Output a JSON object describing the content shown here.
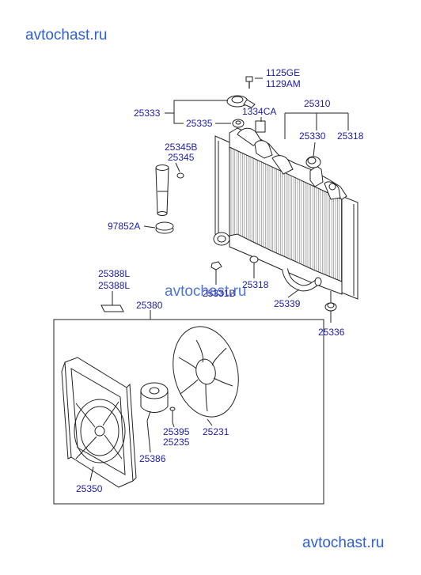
{
  "watermarks": {
    "top": "avtochast.ru",
    "middle": "avtochast.ru",
    "bottom": "avtochast.ru"
  },
  "labels": {
    "p1125ge": "1125GE",
    "p1129am": "1129AM",
    "p25333": "25333",
    "p25335": "25335",
    "p1334ca": "1334CA",
    "p25310": "25310",
    "p25330": "25330",
    "p25318_top": "25318",
    "p25345b": "25345B",
    "p25345": "25345",
    "p97852a": "97852A",
    "p25388l_1": "25388L",
    "p25388l_2": "25388L",
    "p25331b": "25331B",
    "p25318_low": "25318",
    "p25339": "25339",
    "p25336": "25336",
    "p25380": "25380",
    "p25231": "25231",
    "p25395": "25395",
    "p25235": "25235",
    "p25386": "25386",
    "p25350": "25350"
  }
}
